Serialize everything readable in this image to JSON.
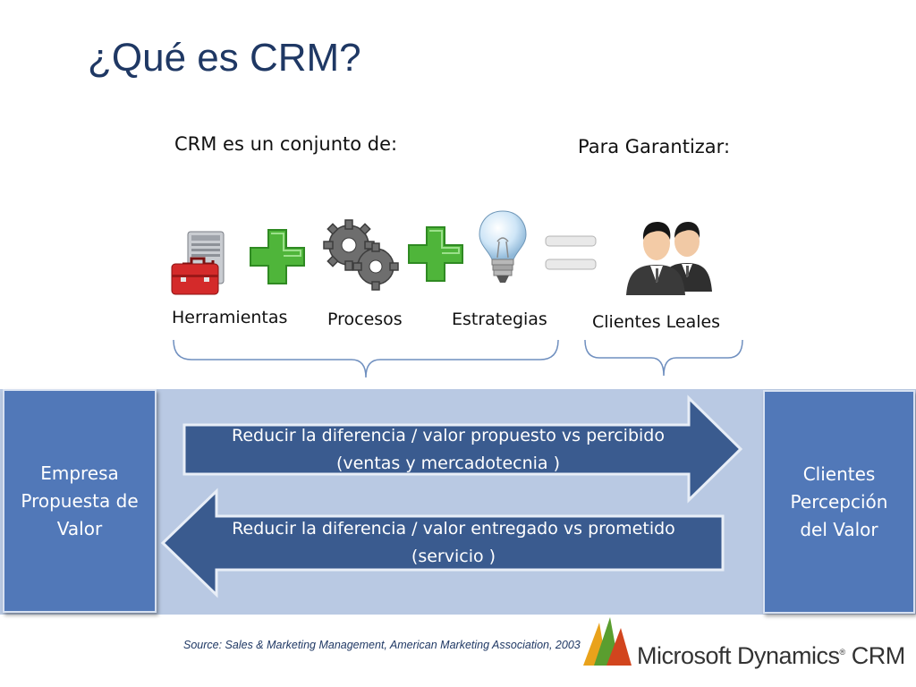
{
  "slide": {
    "title": "¿Qué es CRM?",
    "left_heading": "CRM es un conjunto de:",
    "right_heading": "Para Garantizar:",
    "components": [
      {
        "label": "Herramientas",
        "icon": "toolbox-server-icon"
      },
      {
        "label": "Procesos",
        "icon": "gears-icon"
      },
      {
        "label": "Estrategias",
        "icon": "lightbulb-icon"
      }
    ],
    "operators": {
      "plus": "+",
      "equals": "="
    },
    "result": {
      "label": "Clientes Leales",
      "icon": "business-people-icon"
    },
    "left_box": {
      "line1": "Empresa",
      "line2": "Propuesta de",
      "line3": "Valor"
    },
    "right_box": {
      "line1": "Clientes",
      "line2": "Percepción",
      "line3": "del Valor"
    },
    "arrow_right": {
      "line1": "Reducir la diferencia / valor propuesto vs percibido",
      "line2": "(ventas y mercadotecnia )"
    },
    "arrow_left": {
      "line1": "Reducir la diferencia / valor entregado vs prometido",
      "line2": "(servicio )"
    },
    "source": "Source:  Sales & Marketing Management, American Marketing Association, 2003",
    "logo": {
      "text": "Microsoft Dynamics",
      "suffix": "CRM"
    }
  },
  "colors": {
    "title": "#1f3864",
    "band": "#b9c9e3",
    "box": "#5178b8",
    "arrow": "#3a5b8f",
    "plus": "#4fb53a",
    "brace": "#6f8fbf"
  }
}
